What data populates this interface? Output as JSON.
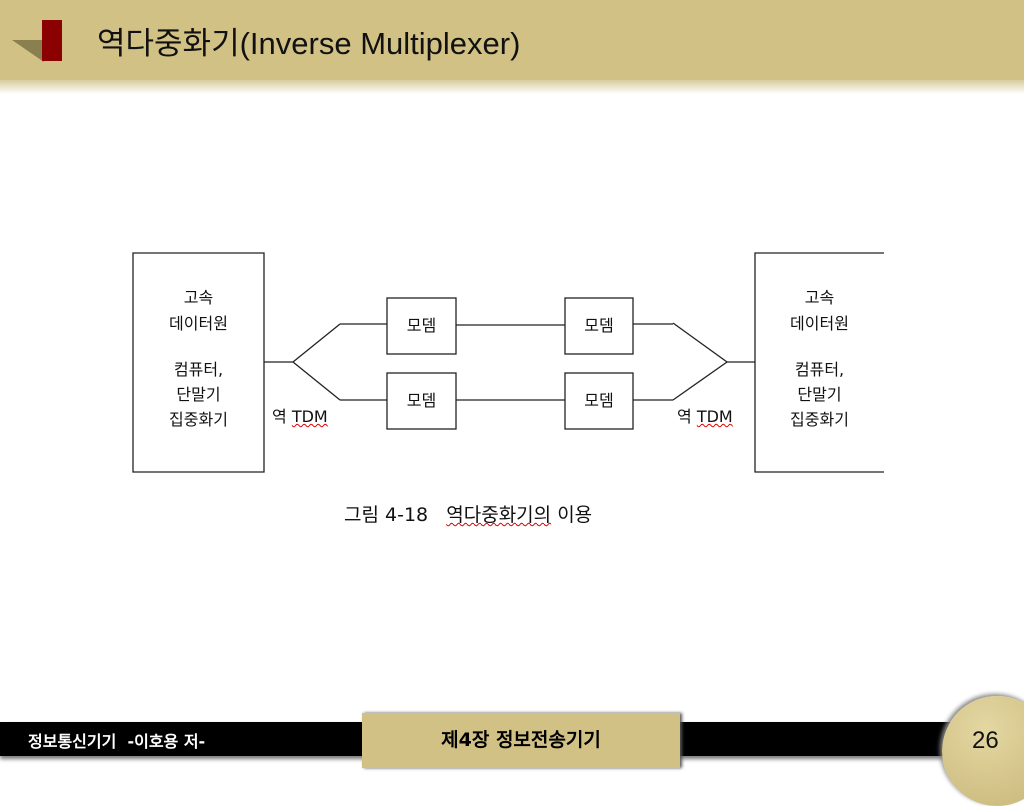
{
  "header": {
    "title": "역다중화기(Inverse Multiplexer)"
  },
  "diagram": {
    "left_box": {
      "lines": [
        "고속",
        "데이터원",
        "컴퓨터,",
        "단말기",
        "집중화기"
      ]
    },
    "right_box": {
      "lines": [
        "고속",
        "데이터원",
        "컴퓨터,",
        "단말기",
        "집중화기"
      ]
    },
    "modem_label": "모뎀",
    "left_tdm": {
      "prefix": "역",
      "suffix": "TDM"
    },
    "right_tdm": {
      "prefix": "역",
      "suffix": "TDM"
    },
    "caption": {
      "prefix": "그림 4-18",
      "term": "역다중화기의",
      "suffix": "이용"
    }
  },
  "footer": {
    "left": "정보통신기기  -이호용 저-",
    "center": "제4장 정보전송기기",
    "page": "26"
  }
}
